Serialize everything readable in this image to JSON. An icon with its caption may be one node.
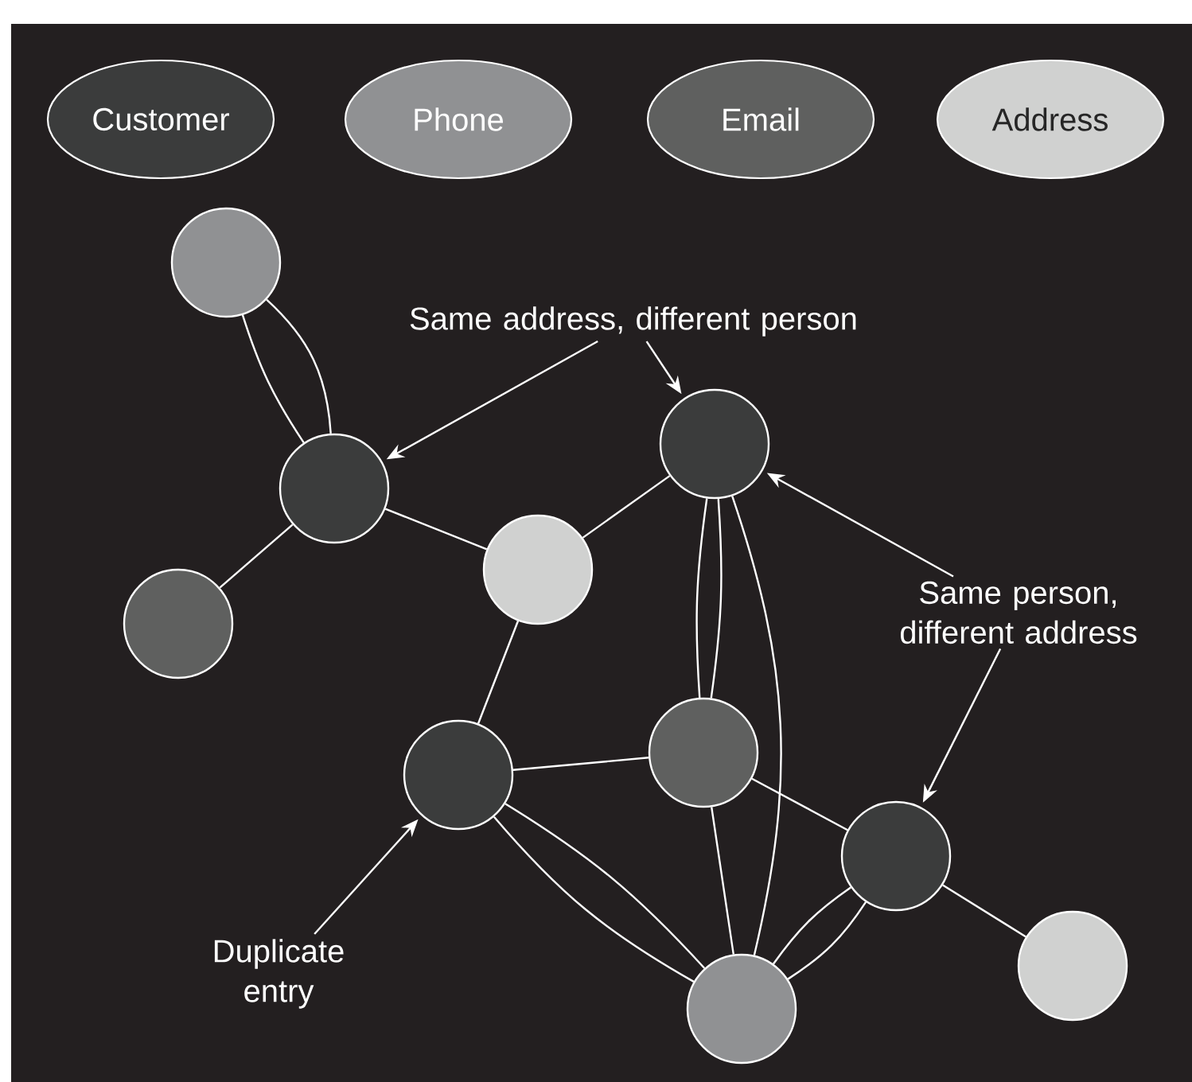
{
  "diagram": {
    "nodes": [
      {
        "text": [],
        "shape": "circle"
      },
      {
        "text": [],
        "shape": "circle"
      },
      {
        "text": [],
        "shape": "circle"
      },
      {
        "text": [],
        "shape": "circle"
      },
      {
        "text": [],
        "shape": "circle"
      },
      {
        "text": [],
        "shape": "circle"
      },
      {
        "text": [],
        "shape": "circle"
      },
      {
        "text": [],
        "shape": "circle"
      },
      {
        "text": [],
        "shape": "circle"
      },
      {
        "text": [],
        "shape": "circle"
      },
      {
        "text": [
          "Same address, different person"
        ]
      },
      {
        "text": [
          "Same person, different address"
        ]
      },
      {
        "text": [
          "Duplicate entry"
        ]
      }
    ],
    "edges": [
      {
        "from": 0,
        "to": 1,
        "arrow": "none"
      },
      {
        "from": 0,
        "to": 1,
        "arrow": "none"
      },
      {
        "from": 1,
        "to": 2,
        "arrow": "none"
      },
      {
        "from": 1,
        "to": 3,
        "arrow": "none"
      },
      {
        "from": 3,
        "to": 4,
        "arrow": "none"
      },
      {
        "from": 3,
        "to": 5,
        "arrow": "none"
      },
      {
        "from": 4,
        "to": 6,
        "arrow": "none"
      },
      {
        "from": 4,
        "to": 6,
        "arrow": "none"
      },
      {
        "from": 4,
        "to": 9,
        "arrow": "none"
      },
      {
        "from": 5,
        "to": 6,
        "arrow": "none"
      },
      {
        "from": 5,
        "to": 9,
        "arrow": "none"
      },
      {
        "from": 5,
        "to": 9,
        "arrow": "none"
      },
      {
        "from": 6,
        "to": 7,
        "arrow": "none"
      },
      {
        "from": 6,
        "to": 9,
        "arrow": "none"
      },
      {
        "from": 7,
        "to": 9,
        "arrow": "none"
      },
      {
        "from": 7,
        "to": 9,
        "arrow": "none"
      },
      {
        "from": 7,
        "to": 8,
        "arrow": "none"
      },
      {
        "from": 10,
        "to": 1,
        "arrow": "to"
      },
      {
        "from": 10,
        "to": 4,
        "arrow": "to"
      },
      {
        "from": 11,
        "to": 4,
        "arrow": "to"
      },
      {
        "from": 11,
        "to": 7,
        "arrow": "to"
      },
      {
        "from": 12,
        "to": 5,
        "arrow": "to"
      }
    ],
    "legend": [
      {
        "text": "Customer",
        "color": "#3b3c3c"
      },
      {
        "text": "Phone",
        "color": "#909193"
      },
      {
        "text": "Email",
        "color": "#5f605f"
      },
      {
        "text": "Address",
        "color": "#d0d1d0"
      }
    ]
  }
}
